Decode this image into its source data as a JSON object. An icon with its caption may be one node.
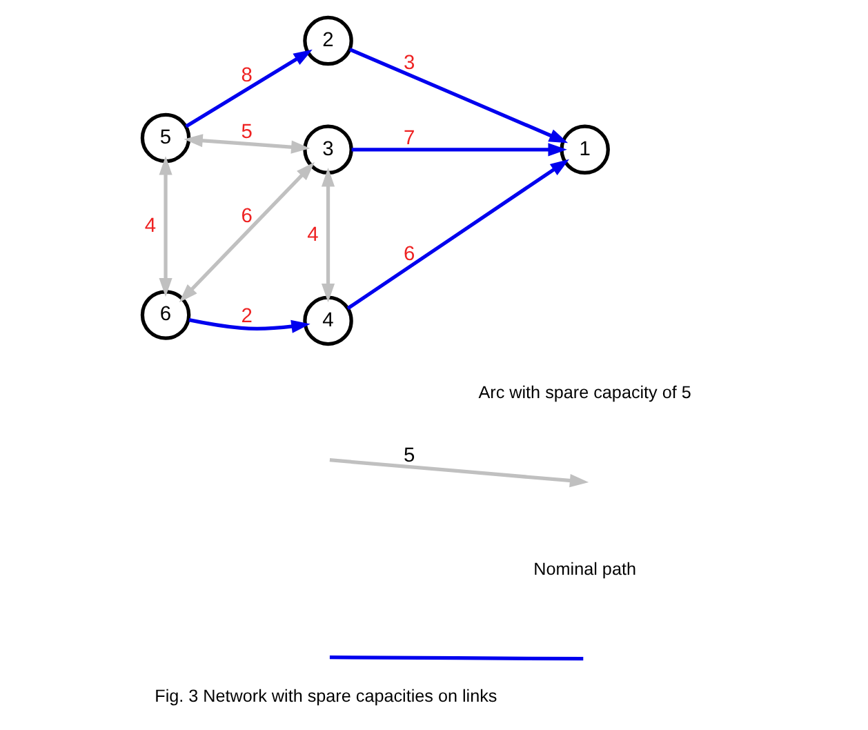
{
  "diagram": {
    "caption": "Fig. 3 Network with spare capacities on links",
    "nodes": [
      {
        "text": [
          "5"
        ]
      },
      {
        "text": [
          "2"
        ]
      },
      {
        "text": [
          "1"
        ]
      },
      {
        "text": [
          "6"
        ]
      },
      {
        "text": [
          "3"
        ]
      },
      {
        "text": [
          "4"
        ]
      }
    ],
    "edges": [
      {
        "from": 0,
        "to": 1,
        "arrow": "to",
        "label": "8"
      },
      {
        "from": 1,
        "to": 2,
        "arrow": "to",
        "label": "3"
      },
      {
        "from": 0,
        "to": 4,
        "arrow": "both",
        "label": "5",
        "color": "#c0c0c0"
      },
      {
        "from": 0,
        "to": 3,
        "arrow": "both",
        "label": "4",
        "color": "#c0c0c0"
      },
      {
        "from": 3,
        "to": 4,
        "arrow": "both",
        "label": "6",
        "color": "#c0c0c0"
      },
      {
        "from": 4,
        "to": 2,
        "arrow": "to",
        "label": "7"
      },
      {
        "from": 4,
        "to": 5,
        "arrow": "both",
        "label": "4",
        "color": "#c0c0c0"
      },
      {
        "from": 3,
        "to": 5,
        "arrow": "to",
        "label": "2"
      },
      {
        "from": 5,
        "to": 2,
        "arrow": "to",
        "label": "6"
      }
    ],
    "labels": [
      "5"
    ],
    "legend": [
      {
        "text": "Arc with spare capacity of 5"
      },
      {
        "text": "Nominal path"
      }
    ]
  }
}
